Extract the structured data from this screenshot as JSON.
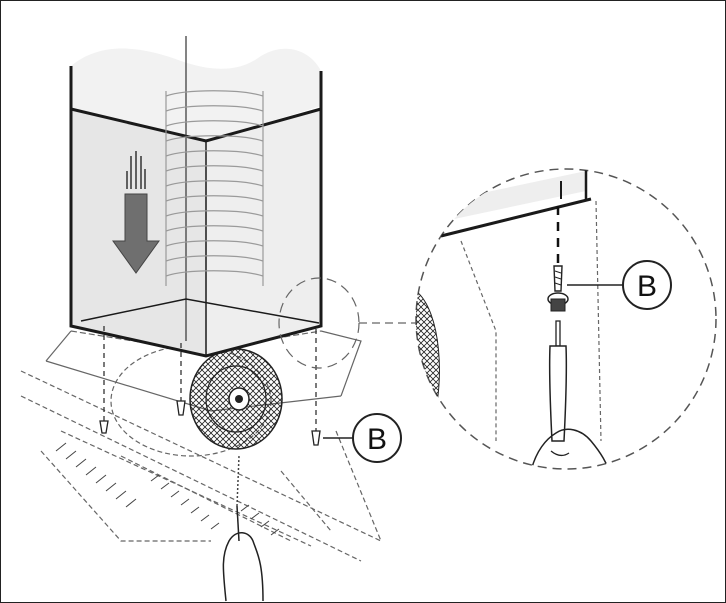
{
  "callouts": [
    {
      "id": "main",
      "label": "B"
    },
    {
      "id": "detail",
      "label": "B"
    }
  ],
  "colors": {
    "line": "#1a1a1a",
    "panel_fill": "#e6e6e6",
    "arrow_fill": "#6f6f6f",
    "dashed": "#555555"
  }
}
